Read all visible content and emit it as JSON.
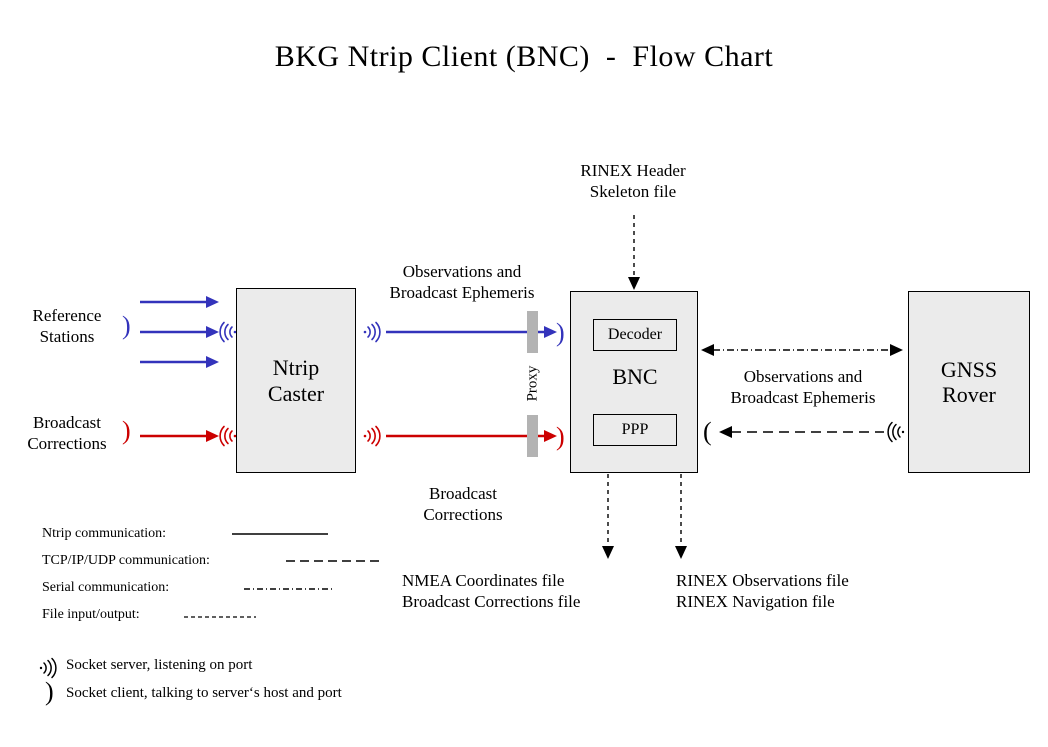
{
  "title": "BKG Ntrip Client (BNC)  -  Flow Chart",
  "colors": {
    "ntrip_blue": "#3333bb",
    "corrections_red": "#cc0000",
    "box_fill": "#ebebeb",
    "proxy_bar": "#b3b3b3",
    "stroke": "#000000"
  },
  "nodes": {
    "ntrip_caster": "Ntrip\nCaster",
    "bnc": "BNC",
    "bnc_decoder": "Decoder",
    "bnc_ppp": "PPP",
    "gnss_rover": "GNSS\nRover"
  },
  "labels": {
    "reference_stations": "Reference\nStations",
    "broadcast_corrections_source": "Broadcast\nCorrections",
    "observations_and_ephemeris_top": "Observations and\nBroadcast Ephemeris",
    "broadcast_corrections_mid": "Broadcast\nCorrections",
    "proxy": "Proxy",
    "rinex_header_skeleton": "RINEX Header\nSkeleton file",
    "observations_and_ephemeris_right": "Observations and\nBroadcast Ephemeris",
    "nmea_outputs": "NMEA Coordinates file\nBroadcast Corrections file",
    "rinex_outputs": "RINEX Observations file\nRINEX Navigation file"
  },
  "legend": {
    "lines": [
      {
        "label": "Ntrip communication:",
        "style": "solid"
      },
      {
        "label": "TCP/IP/UDP communication:",
        "style": "dashed"
      },
      {
        "label": "Serial communication:",
        "style": "dashdot"
      },
      {
        "label": "File input/output:",
        "style": "dotted"
      }
    ],
    "sockets": [
      {
        "icon": "socket-server-icon",
        "label": "Socket server, listening on port"
      },
      {
        "icon": "socket-client-icon",
        "label": "Socket client, talking to server‘s host and port"
      }
    ]
  }
}
